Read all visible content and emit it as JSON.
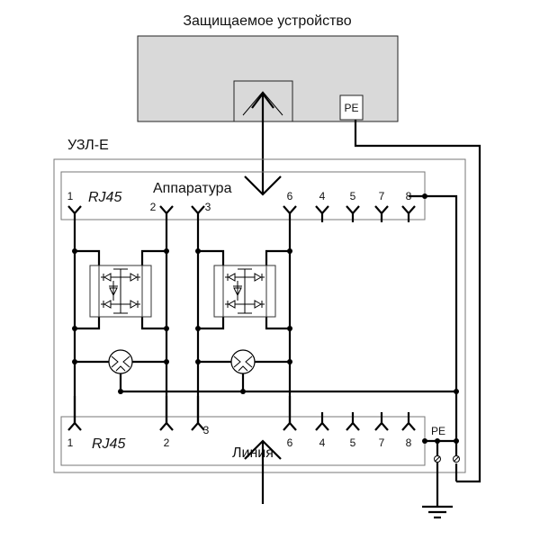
{
  "device": {
    "title": "Защищаемое устройство",
    "pe_label": "PE",
    "fill": "#d9d9d9"
  },
  "module": {
    "title": "УЗЛ-Е"
  },
  "top_connector": {
    "name": "Аппаратура",
    "type": "RJ45",
    "pins": [
      "1",
      "2",
      "3",
      "6",
      "4",
      "5",
      "7",
      "8"
    ]
  },
  "bottom_connector": {
    "name": "Линия",
    "type": "RJ45",
    "pins": [
      "1",
      "2",
      "3",
      "6",
      "4",
      "5",
      "7",
      "8"
    ],
    "pe_label": "PE"
  }
}
